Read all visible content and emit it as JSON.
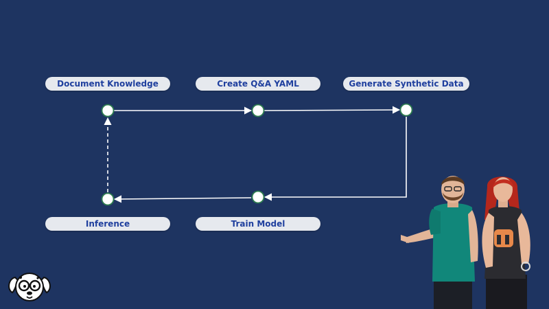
{
  "diagram": {
    "steps": {
      "document_knowledge": "Document Knowledge",
      "create_qa_yaml": "Create Q&A YAML",
      "generate_synthetic_data": "Generate Synthetic Data",
      "train_model": "Train Model",
      "inference": "Inference"
    },
    "flow": [
      {
        "from": "document_knowledge",
        "to": "create_qa_yaml",
        "style": "solid"
      },
      {
        "from": "create_qa_yaml",
        "to": "generate_synthetic_data",
        "style": "solid"
      },
      {
        "from": "generate_synthetic_data",
        "to": "train_model",
        "style": "solid"
      },
      {
        "from": "train_model",
        "to": "inference",
        "style": "solid"
      },
      {
        "from": "inference",
        "to": "document_knowledge",
        "style": "dashed"
      }
    ]
  },
  "colors": {
    "background": "#1e3461",
    "label_bg": "#e6e9ee",
    "label_text": "#1f3f9e",
    "node_fill": "#ffffff",
    "node_stroke": "#2e7d4f",
    "line": "#ffffff"
  },
  "icons": {
    "logo": "dog-with-glasses-logo-icon",
    "characters": "two-presenter-characters-illustration"
  }
}
